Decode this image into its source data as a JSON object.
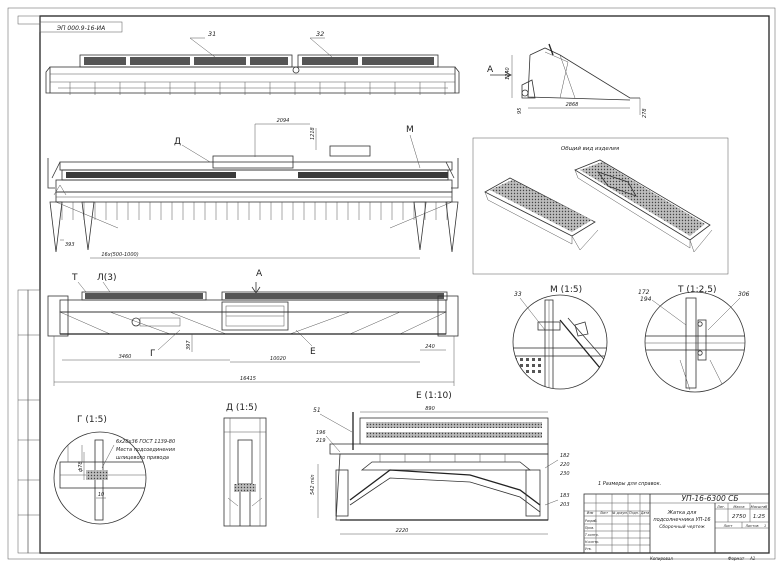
{
  "drawing": {
    "stamp_top_left": "ЭП 000.9-16-ИА",
    "title_block": {
      "designation": "УП-16-6300 СБ",
      "name_line1": "Жатка для",
      "name_line2": "подсолнечника УП-16",
      "name_line3": "Сборочный чертеж",
      "mass": "2750",
      "scale": "1:25",
      "col_labels": [
        "Изм",
        "Лист",
        "№ докум.",
        "Подп.",
        "Дата"
      ],
      "row_labels": [
        "Разраб.",
        "Пров.",
        "Т.контр.",
        "Н.контр.",
        "Утв."
      ],
      "lit_label": "Лит.",
      "mass_label": "Масса",
      "scale_label": "Масштаб",
      "sheet_label": "Лист",
      "sheets_label": "Листов",
      "sheets_value": "1"
    },
    "bottom_copied": "Копировал",
    "bottom_format": "Формат",
    "bottom_format_value": "А1"
  },
  "views": {
    "top": {
      "pos1": "31",
      "pos2": "32"
    },
    "side_a": {
      "letter": "А",
      "dim_h": "1240",
      "dim_w": "2868",
      "dim_left": "95",
      "dim_right": "278"
    },
    "front": {
      "label_d": "Д",
      "label_m": "М",
      "dim_top": "2094",
      "dim_small": "1218",
      "dim_pitch": "16х(500-1000)",
      "dim_left": "393"
    },
    "iso": {
      "caption": "Общий вид изделия"
    },
    "plan": {
      "label_t": "Т",
      "label_l": "Л(3)",
      "label_a": "А",
      "label_g": "Г",
      "label_e": "Е",
      "dim_left": "3460",
      "dim_mid": "10020",
      "dim_right": "240",
      "dim_total": "16415",
      "dim_v": "397"
    }
  },
  "details": {
    "m": {
      "title": "М (1:5)",
      "pos": "33"
    },
    "t": {
      "title": "Т (1:2,5)",
      "pos_a": "172",
      "pos_b": "194",
      "pos_c": "306"
    },
    "g": {
      "title": "Г (1:5)",
      "note1": "6х28х36 ГОСТ 1139-80",
      "note2": "Места подсоединения",
      "note3": "шлицевого привода",
      "dim_a": "ф78",
      "dim_b": "10"
    },
    "d": {
      "title": "Д (1:5)"
    },
    "e": {
      "title": "Е (1:10)",
      "pos_left": "51",
      "dim_top": "890",
      "dim_a": "196",
      "dim_b": "219",
      "dim_c": "182",
      "dim_d": "220",
      "dim_e": "230",
      "dim_f": "183",
      "dim_g": "203",
      "dim_bottom": "2220",
      "dim_v": "542 min"
    }
  },
  "notes": {
    "note1": "1 Размеры для справок."
  }
}
